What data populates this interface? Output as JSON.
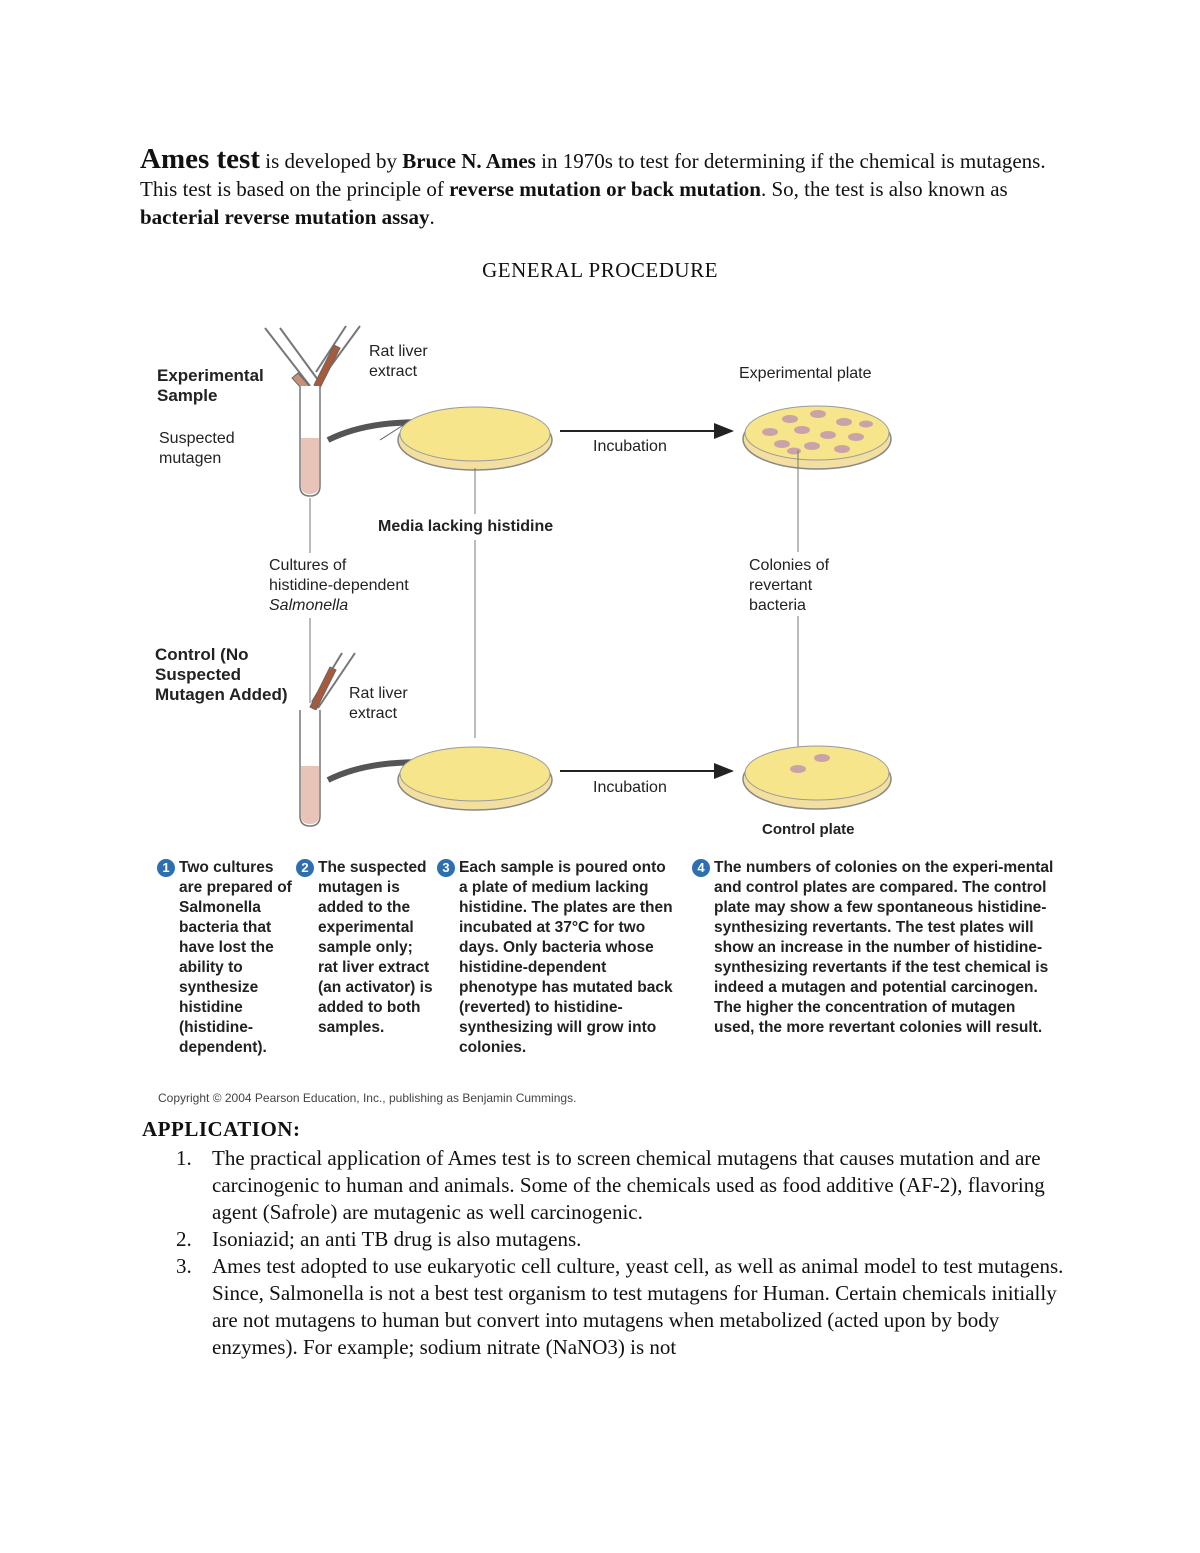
{
  "intro": {
    "lead": "Ames test",
    "t1": " is developed by ",
    "name": "Bruce N. Ames",
    "t2": " in 1970s to test for determining if the chemical is mutagens. This test is based on the principle of ",
    "principle": "reverse mutation or back mutation",
    "t3": ". So, the test is also known as ",
    "assay": "bacterial reverse mutation assay",
    "t4": "."
  },
  "heading": "GENERAL PROCEDURE",
  "figure": {
    "labels": {
      "experimental_sample": "Experimental Sample",
      "suspected_mutagen": "Suspected mutagen",
      "rat_liver_top": "Rat liver extract",
      "experimental_plate": "Experimental plate",
      "incubation_top": "Incubation",
      "media_lacking": "Media lacking histidine",
      "cultures_of": "Cultures of",
      "histidine_dependent": "histidine-dependent",
      "salmonella": "Salmonella",
      "colonies_of": "Colonies of revertant bacteria",
      "control": "Control (No Suspected Mutagen Added)",
      "rat_liver_bottom": "Rat liver extract",
      "incubation_bottom": "Incubation",
      "control_plate": "Control plate"
    },
    "steps": [
      {
        "num": "1",
        "text": "Two cultures are prepared of Salmonella bacteria that have lost the ability to synthesize histidine (histidine-dependent)."
      },
      {
        "num": "2",
        "text": "The suspected mutagen is added to the experimental sample only; rat liver extract (an activator) is added to both samples."
      },
      {
        "num": "3",
        "text": "Each sample is poured onto a plate of medium lacking histidine. The plates are then incubated at 37°C for two days. Only bacteria whose histidine-dependent phenotype has mutated back (reverted) to histidine-synthesizing will grow into colonies."
      },
      {
        "num": "4",
        "text": "The numbers of colonies on the experi-mental and control plates are compared. The control plate may show a few spontaneous histidine-synthesizing revertants. The test plates will show an increase in the number of histidine-synthesizing revertants if the test chemical is indeed a mutagen and potential carcinogen. The higher the concentration of mutagen used, the more revertant colonies will result."
      }
    ],
    "copyright": "Copyright © 2004 Pearson Education, Inc., publishing as Benjamin Cummings."
  },
  "application": {
    "title": "APPLICATION:",
    "items": [
      {
        "n": "1.",
        "text": "The practical application of Ames test is to screen chemical mutagens that causes mutation and are carcinogenic to human and animals. Some of the chemicals used as food additive (AF-2), flavoring agent (Safrole) are mutagenic as well carcinogenic."
      },
      {
        "n": "2.",
        "text": "Isoniazid; an anti TB drug is also mutagens."
      },
      {
        "n": "3.",
        "text": "Ames test adopted to use eukaryotic cell culture, yeast cell, as well as animal model to test mutagens. Since, Salmonella is not a best test organism to test mutagens for Human. Certain chemicals initially are not mutagens to human but convert into mutagens when metabolized (acted upon by body enzymes). For example; sodium nitrate (NaNO3) is not"
      }
    ]
  },
  "colors": {
    "agar": "#f6e58a",
    "colony": "#c9a3a8",
    "tube_liquid": "#e7c3b8",
    "step_number": "#2e6fb0"
  }
}
